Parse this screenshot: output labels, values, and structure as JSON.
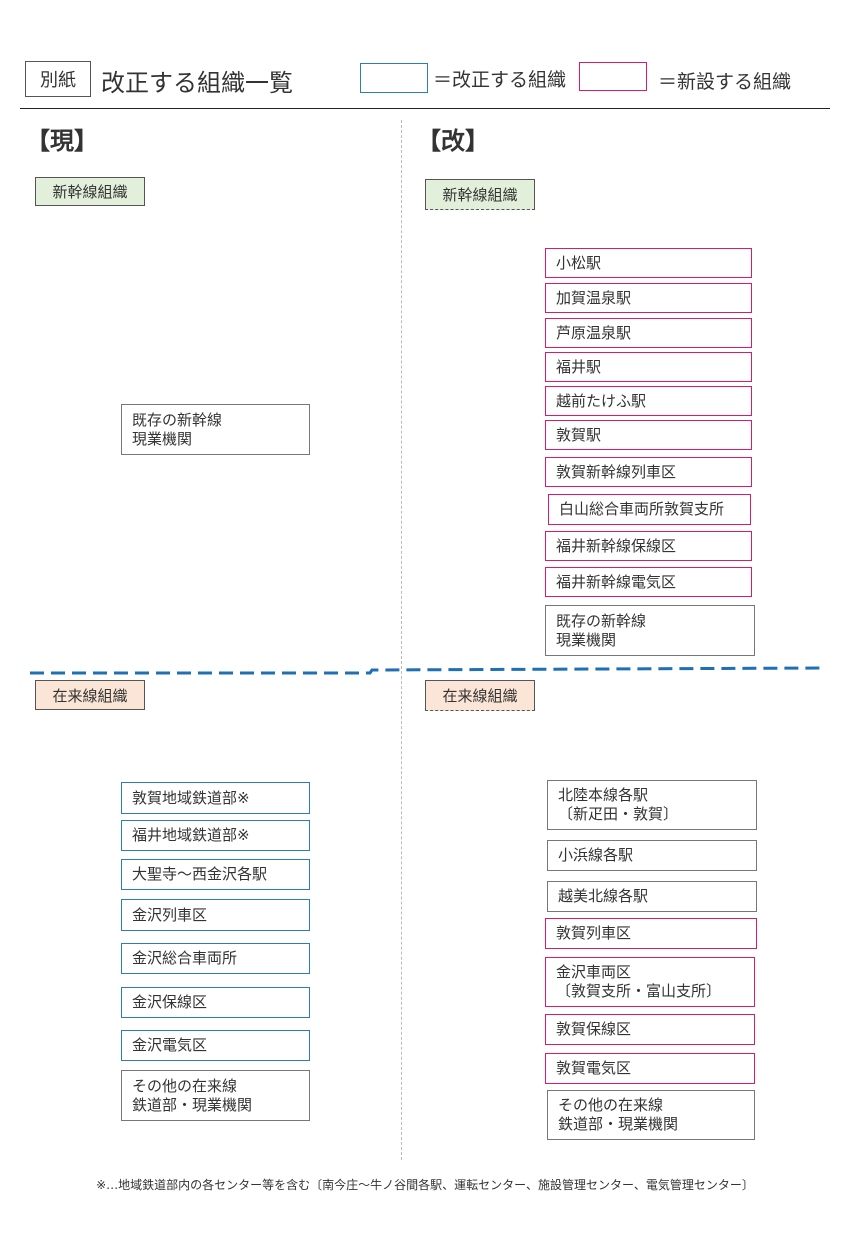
{
  "header": {
    "tag": "別紙",
    "title": "改正する組織一覧",
    "legend": [
      {
        "text": "＝改正する組織",
        "color": "#2a7fb8"
      },
      {
        "text": "＝新設する組織",
        "color": "#d81b6e"
      }
    ]
  },
  "current": {
    "heading": "【現】",
    "shinkansen_group": "新幹線組織",
    "shinkansen_items": [
      "既存の新幹線\n現業機関"
    ],
    "zairai_group": "在来線組織",
    "zairai_items": [
      "敦賀地域鉄道部※",
      "福井地域鉄道部※",
      "大聖寺～西金沢各駅",
      "金沢列車区",
      "金沢総合車両所",
      "金沢保線区",
      "金沢電気区",
      "その他の在来線\n鉄道部・現業機関"
    ]
  },
  "revised": {
    "heading": "【改】",
    "shinkansen_group": "新幹線組織",
    "shinkansen_items": [
      "小松駅",
      "加賀温泉駅",
      "芦原温泉駅",
      "福井駅",
      "越前たけふ駅",
      "敦賀駅",
      "敦賀新幹線列車区",
      "白山総合車両所敦賀支所",
      "福井新幹線保線区",
      "福井新幹線電気区",
      "既存の新幹線\n現業機関"
    ],
    "zairai_group": "在来線組織",
    "zairai_items": [
      "北陸本線各駅\n〔新疋田・敦賀〕",
      "小浜線各駅",
      "越美北線各駅",
      "敦賀列車区",
      "金沢車両区\n〔敦賀支所・富山支所〕",
      "敦賀保線区",
      "敦賀電気区",
      "その他の在来線\n鉄道部・現業機関"
    ]
  },
  "footnote": "※…地域鉄道部内の各センター等を含む〔南今庄～牛ノ谷間各駅、運転センター、施設管理センター、電気管理センター〕",
  "colors": {
    "new_border": "#d81b6e",
    "revised_border": "#2a7fb8",
    "divider_blue": "#1f6fb5",
    "shinkansen_fill": "#e2efda",
    "zairai_fill": "#fbe5d6"
  }
}
